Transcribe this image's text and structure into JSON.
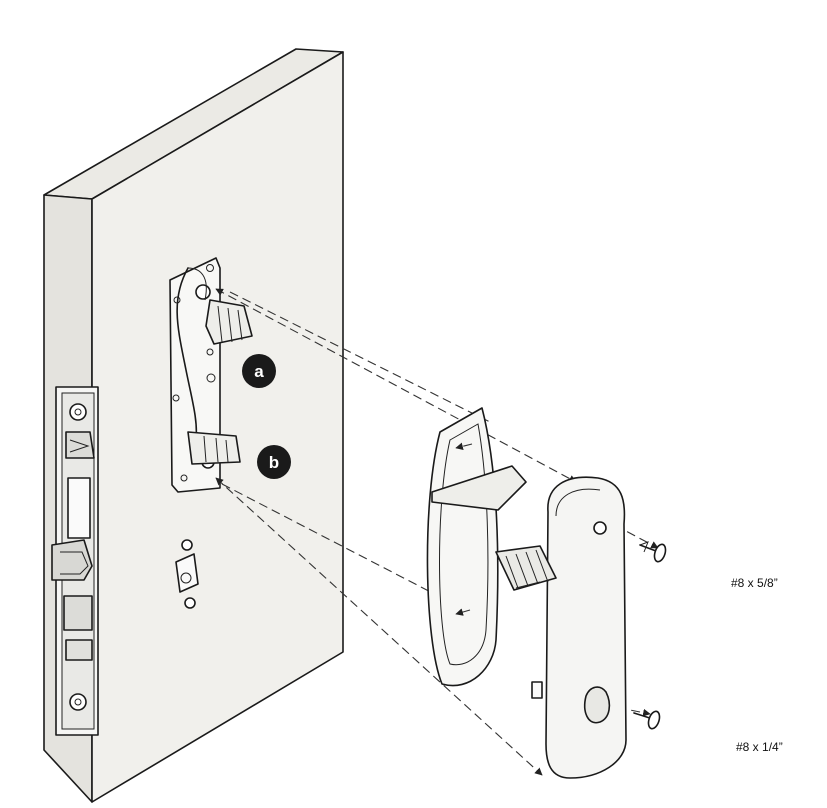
{
  "callouts": {
    "a": "a",
    "b": "b"
  },
  "screws": {
    "upper": "#8 x 5/8”",
    "lower": "#8 x 1/4”"
  },
  "colors": {
    "line": "#1a1a1a",
    "door_face": "#f1f0ec",
    "door_side": "#e6e5e0",
    "callout_fill": "#1a1a1a"
  }
}
